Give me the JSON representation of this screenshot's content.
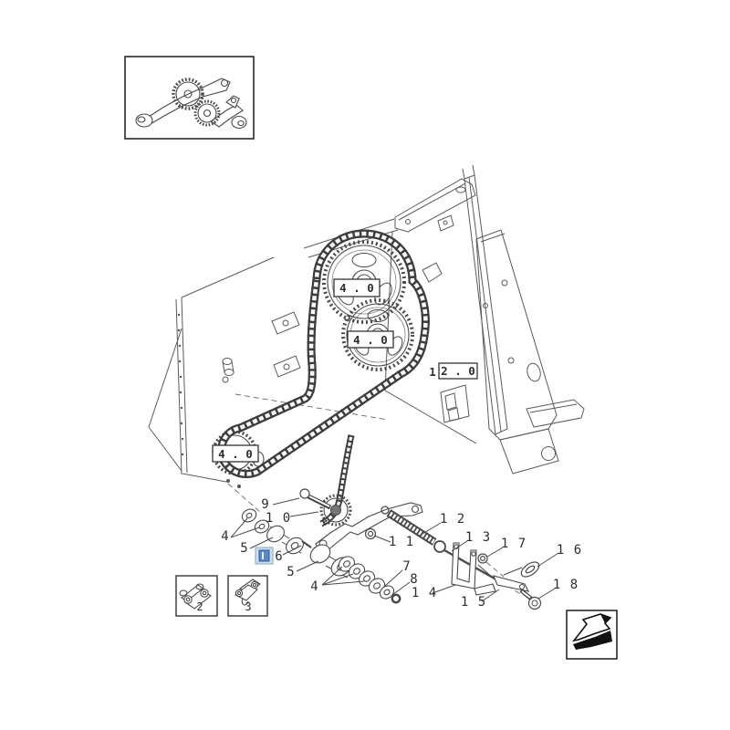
{
  "figure": {
    "title": "exploded-parts-diagram-chain-drive",
    "refs": {
      "top": "4 . 0",
      "middle": "4 . 0",
      "bottom_left": "4 . 0",
      "right_prefix": "1",
      "right": "2 . 0"
    },
    "callouts": {
      "c9": "9",
      "c10": "1 0",
      "c4_left": "4",
      "c5_left": "5",
      "c6": "6",
      "c5_right": "5",
      "c4_right": "4",
      "c7": "7",
      "c8": "8",
      "c11": "1 1",
      "c12": "1 2",
      "c13": "1 3",
      "c14": "1 4",
      "c15": "1 5",
      "c16": "1 6",
      "c17": "1 7",
      "c18": "1 8"
    },
    "detail_links": {
      "left_num": "2",
      "right_num": "3"
    },
    "icons": {
      "nav": "page-turn-arrow-icon",
      "highlight": "selected-part-highlight",
      "detail_left": "chain-master-link-icon",
      "detail_right": "chain-offset-link-icon",
      "inset": "idler-arm-sprockets-icon"
    },
    "colors": {
      "line": "#4a4a4a",
      "highlight_fill": "#cdddee",
      "highlight_accent": "#5b87c5",
      "arrow": "#111111"
    }
  }
}
